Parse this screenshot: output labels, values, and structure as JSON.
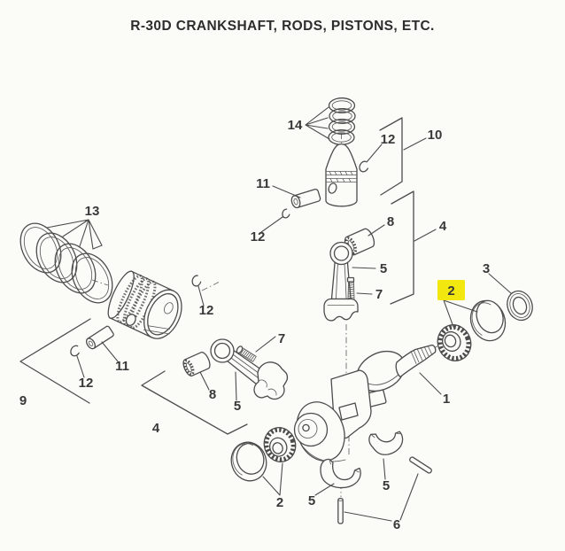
{
  "title": "R-30D CRANKSHAFT, RODS, PISTONS, ETC.",
  "colors": {
    "highlight": "#f2e70e",
    "line": "#4c4c4c",
    "text": "#383838",
    "background": "#fbfbf8"
  },
  "selected_callout": "2",
  "callouts": [
    {
      "label": "14"
    },
    {
      "label": "12"
    },
    {
      "label": "10"
    },
    {
      "label": "11"
    },
    {
      "label": "12"
    },
    {
      "label": "13"
    },
    {
      "label": "8"
    },
    {
      "label": "4"
    },
    {
      "label": "5"
    },
    {
      "label": "3"
    },
    {
      "label": "2"
    },
    {
      "label": "7"
    },
    {
      "label": "12"
    },
    {
      "label": "7"
    },
    {
      "label": "11"
    },
    {
      "label": "12"
    },
    {
      "label": "8"
    },
    {
      "label": "1"
    },
    {
      "label": "9"
    },
    {
      "label": "5"
    },
    {
      "label": "4"
    },
    {
      "label": "5"
    },
    {
      "label": "2"
    },
    {
      "label": "5"
    },
    {
      "label": "6"
    }
  ]
}
